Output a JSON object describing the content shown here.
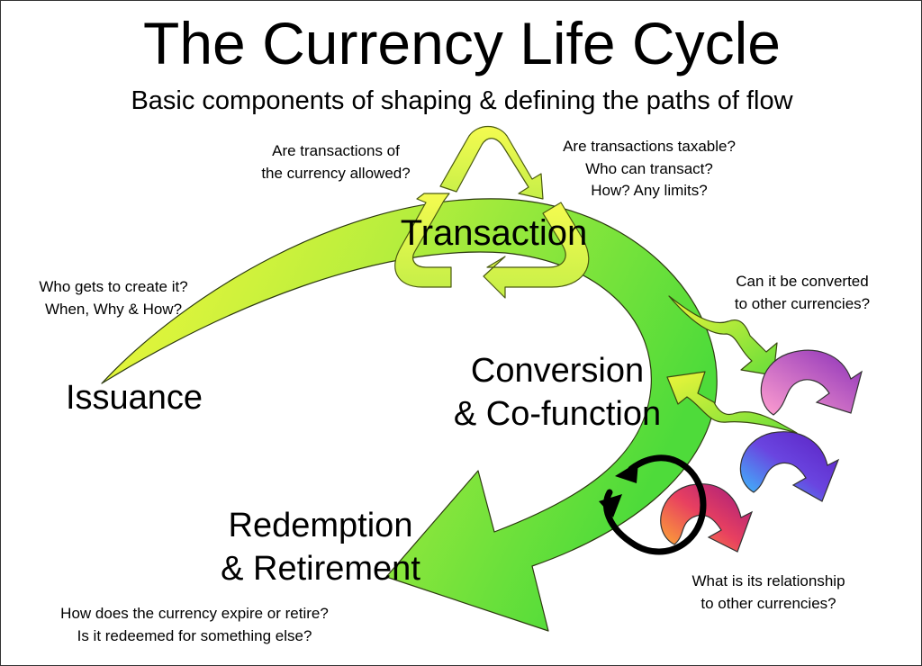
{
  "title": "The Currency Life Cycle",
  "subtitle": "Basic components of shaping & defining the paths of flow",
  "stages": {
    "issuance": "Issuance",
    "transaction": "Transaction",
    "conversion_line1": "Conversion",
    "conversion_line2": "& Co-function",
    "redemption_line1": "Redemption",
    "redemption_line2": "& Retirement"
  },
  "questions": {
    "issuance_line1": "Who gets to create it?",
    "issuance_line2": "When, Why & How?",
    "allowed_line1": "Are transactions of",
    "allowed_line2": "the currency allowed?",
    "taxable_line1": "Are transactions taxable?",
    "taxable_line2": "Who can transact?",
    "taxable_line3": "How? Any limits?",
    "convert_line1": "Can it be converted",
    "convert_line2": "to other currencies?",
    "relationship_line1": "What is its relationship",
    "relationship_line2": "to other currencies?",
    "redeem_line1": "How does the currency expire or retire?",
    "redeem_line2": "Is it redeemed for something else?"
  },
  "colors": {
    "main_arrow_start": "#f2f73a",
    "main_arrow_end": "#55dd3a",
    "recycle_arrows": "#dcf55a",
    "currency_icon_magenta": "#c040c0",
    "currency_icon_blue": "#5050e0",
    "currency_icon_red": "#e03060",
    "circular_arrow": "#000000"
  }
}
